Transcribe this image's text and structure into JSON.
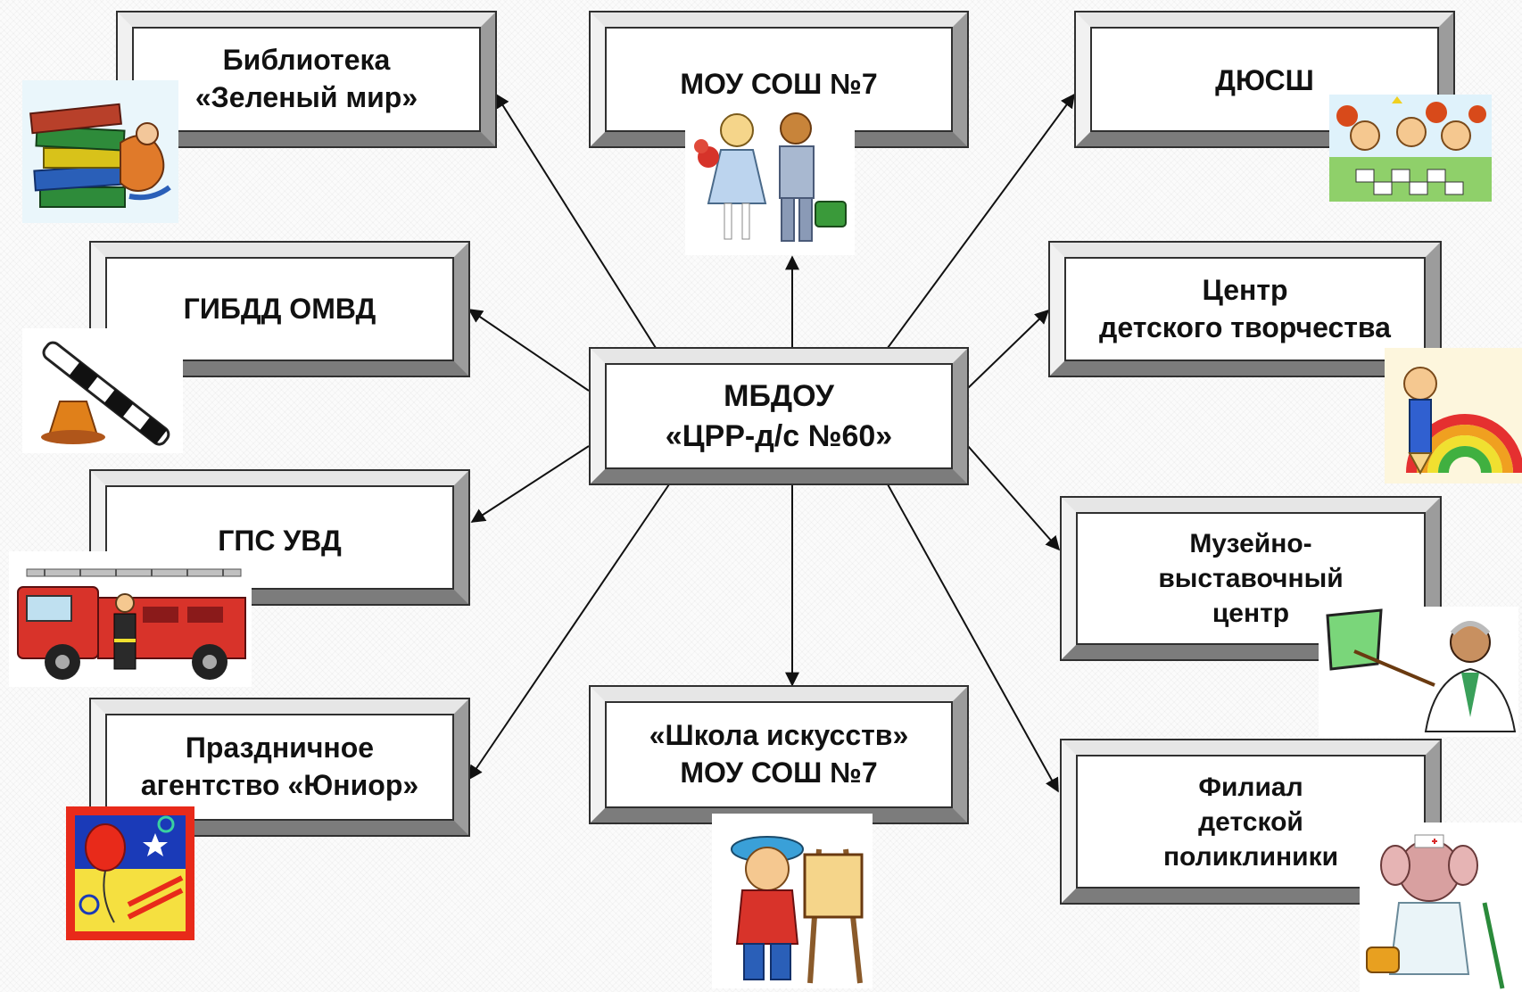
{
  "center": {
    "label": "МБДОУ\n«ЦРР-д/с №60»"
  },
  "partners": {
    "library": "Библиотека\n«Зеленый мир»",
    "school": "МОУ СОШ №7",
    "sports": "ДЮСШ",
    "traffic_police": "ГИБДД ОМВД",
    "children_creativity": "Центр\nдетского творчества",
    "fire_service": "ГПС УВД",
    "museum": "Музейно-\nвыставочный\nцентр",
    "holiday_agency": "Праздничное\nагентство «Юниор»",
    "art_school": "«Школа искусств»\nМОУ СОШ №7",
    "clinic": "Филиал\nдетской\nполиклиники"
  },
  "icons": {
    "library": "books-icon",
    "school": "schoolchildren-icon",
    "sports": "kids-sports-icon",
    "traffic_police": "police-baton-icon",
    "children_creativity": "rainbow-pencil-icon",
    "fire_service": "fire-truck-icon",
    "museum": "teacher-pointer-icon",
    "holiday_agency": "balloon-party-icon",
    "art_school": "young-artist-icon",
    "clinic": "doctor-icon"
  },
  "colors": {
    "line": "#111111",
    "box_face": "#ffffff",
    "box_border": "#303030"
  }
}
